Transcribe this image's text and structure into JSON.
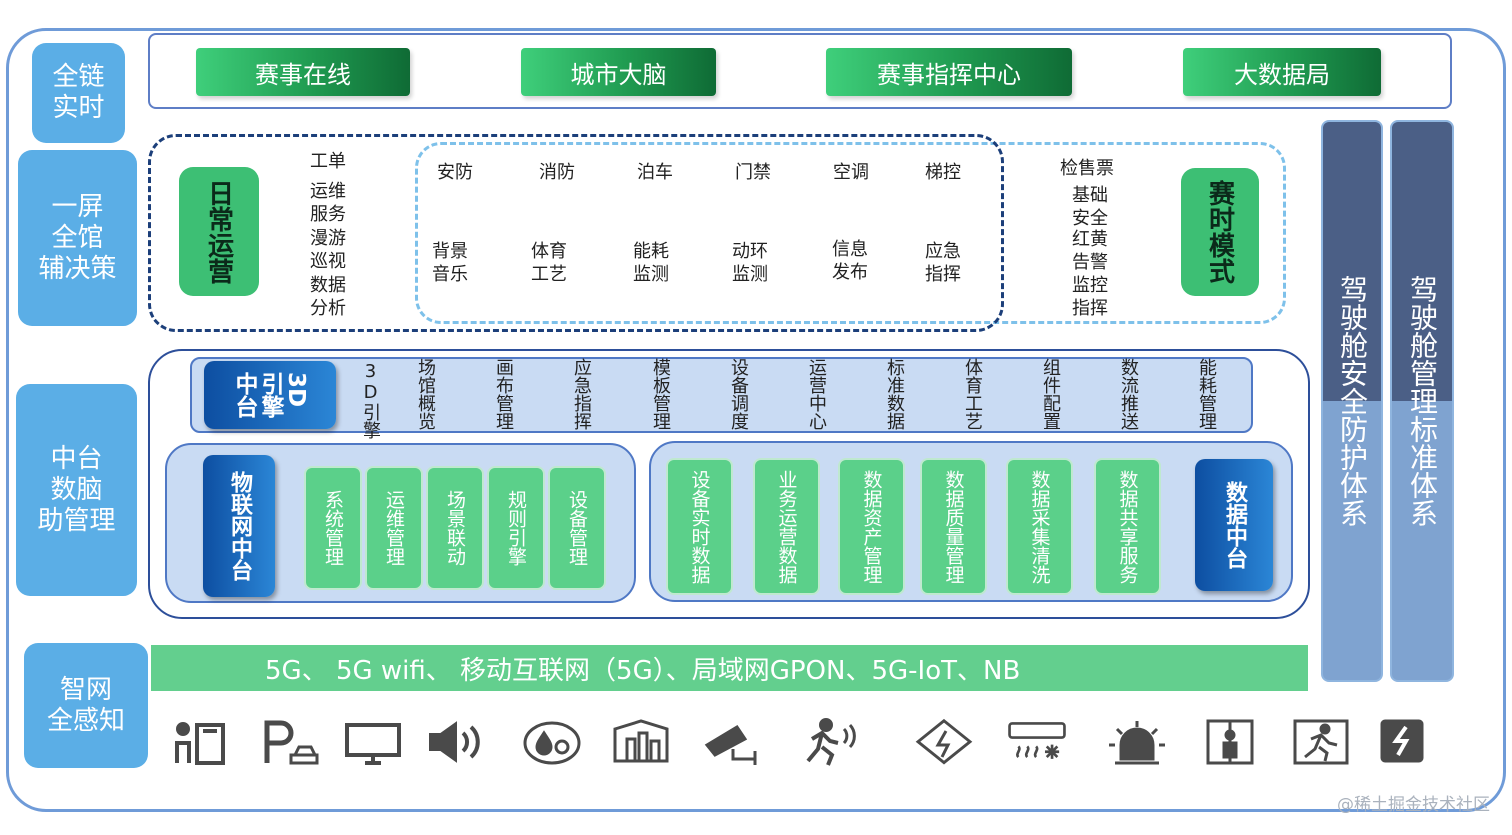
{
  "layers": {
    "top": "全链\n实时",
    "decision": "一屏\n全馆\n辅决策",
    "middle": "中台\n数脑\n助管理",
    "network": "智网\n全感知"
  },
  "top_row": [
    "赛事在线",
    "城市大脑",
    "赛事指挥中心",
    "大数据局"
  ],
  "daily_ops": {
    "title": "日常运营",
    "items": [
      "工单",
      "运维\n服务",
      "漫游\n巡视",
      "数据\n分析"
    ]
  },
  "shared_items_row1": [
    "安防",
    "消防",
    "泊车",
    "门禁",
    "空调",
    "梯控"
  ],
  "shared_items_row2": [
    "背景\n音乐",
    "体育\n工艺",
    "能耗\n监测",
    "动环\n监测",
    "信息\n发布",
    "应急\n指挥"
  ],
  "event_mode": {
    "title": "赛时模式",
    "items": [
      "检售票",
      "基础\n安全",
      "红黄\n告警",
      "监控\n指挥"
    ]
  },
  "engine_3d": {
    "title": "3D\n引擎\n中台",
    "items": [
      "3D引擎",
      "场馆概览",
      "画布管理",
      "应急指挥",
      "模板管理",
      "设备调度",
      "运营中心",
      "标准数据",
      "体育工艺",
      "组件配置",
      "数流推送",
      "能耗管理"
    ]
  },
  "iot_platform": {
    "title": "物联网中台",
    "items": [
      "系统管理",
      "运维管理",
      "场景联动",
      "规则引擎",
      "设备管理"
    ]
  },
  "data_platform": {
    "title": "数据中台",
    "items": [
      "设备实时数据",
      "业务运营数据",
      "数据资产管理",
      "数据质量管理",
      "数据采集清洗",
      "数据共享服务"
    ]
  },
  "network_text": "5G、 5G  wifi、 移动互联网（5G）、局域网GPON、5G-IoT、NB",
  "right_columns": [
    "驾驶舱安全防护体系",
    "驾驶舱管理标准体系"
  ],
  "icons": [
    "door-access-icon",
    "parking-icon",
    "monitor-icon",
    "speaker-icon",
    "water-meter-icon",
    "building-icon",
    "camera-icon",
    "running-person-icon",
    "power-meter-icon",
    "air-conditioner-icon",
    "alarm-light-icon",
    "elevator-icon",
    "emergency-exit-icon",
    "charging-icon"
  ],
  "watermark": "@稀土掘金技术社区",
  "colors": {
    "green_button": "#1f9a50",
    "layer_blue": "#5baee6",
    "dark_blue": "#0d4ea1",
    "net_green": "#63cf8e",
    "column_dark": "#55688f",
    "column_light": "#7fa3d0"
  }
}
